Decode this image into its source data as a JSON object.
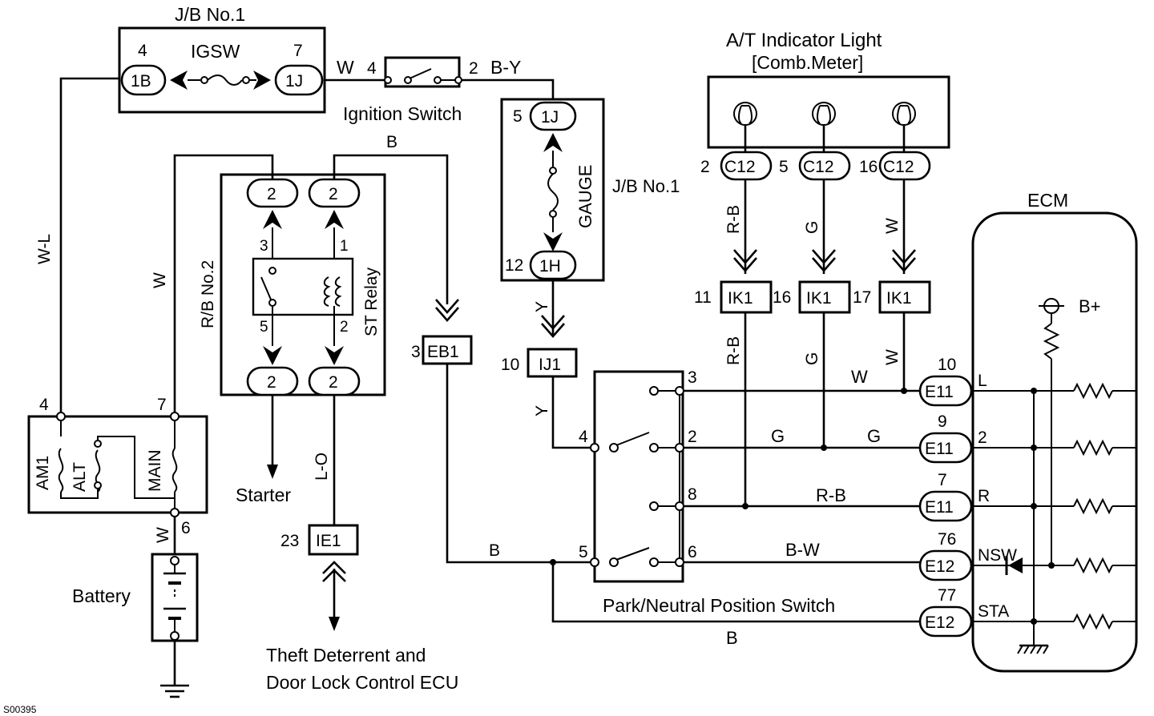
{
  "colors": {
    "line": "#000000",
    "background": "#ffffff"
  },
  "jb1_top": {
    "title": "J/B No.1",
    "fuse": "IGSW",
    "left_pin": "4",
    "left_conn": "1B",
    "right_pin": "7",
    "right_conn": "1J"
  },
  "ignition": {
    "label": "Ignition Switch",
    "pin_in": "4",
    "pin_out": "2",
    "wire_in": "W",
    "wire_out": "B-Y"
  },
  "gauge": {
    "label": "J/B No.1",
    "fuse": "GAUGE",
    "top_pin": "5",
    "top_conn": "1J",
    "bot_pin": "12",
    "bot_conn": "1H"
  },
  "relay_block": {
    "label": "R/B No.2",
    "relay": "ST Relay",
    "conn": "2",
    "pins": [
      "3",
      "1",
      "5",
      "2"
    ]
  },
  "fusible": {
    "am1": "AM1",
    "alt": "ALT",
    "main": "MAIN",
    "pin_left": "4",
    "pin_right": "7",
    "pin_bottom": "6"
  },
  "wires": {
    "w_l": "W-L",
    "w1": "W",
    "w2": "W",
    "b_top": "B",
    "y1": "Y",
    "y2": "Y",
    "l_o": "L-O",
    "b_mid": "B",
    "b_bot": "B"
  },
  "connectors": {
    "eb1": {
      "pin": "3",
      "name": "EB1"
    },
    "ij1": {
      "pin": "10",
      "name": "IJ1"
    },
    "ie1": {
      "pin": "23",
      "name": "IE1"
    }
  },
  "indicator": {
    "title": "A/T Indicator Light",
    "subtitle": "[Comb.Meter]",
    "pins": [
      {
        "pin": "2",
        "conn": "C12",
        "wire": "R-B",
        "ik_pin": "11",
        "ik": "IK1"
      },
      {
        "pin": "5",
        "conn": "C12",
        "wire": "G",
        "ik_pin": "16",
        "ik": "IK1"
      },
      {
        "pin": "16",
        "conn": "C12",
        "wire": "W",
        "ik_pin": "17",
        "ik": "IK1"
      }
    ]
  },
  "pns": {
    "label": "Park/Neutral Position Switch",
    "pins": [
      "3",
      "4",
      "2",
      "8",
      "5",
      "6"
    ],
    "wires": {
      "l": "W",
      "two_a": "G",
      "two_b": "G",
      "r": "R-B",
      "nsw": "B-W",
      "sta": "B"
    }
  },
  "ecm": {
    "title": "ECM",
    "bplus": "B+",
    "terminals": [
      {
        "num": "10",
        "conn": "E11",
        "name": "L"
      },
      {
        "num": "9",
        "conn": "E11",
        "name": "2"
      },
      {
        "num": "7",
        "conn": "E11",
        "name": "R"
      },
      {
        "num": "76",
        "conn": "E12",
        "name": "NSW"
      },
      {
        "num": "77",
        "conn": "E12",
        "name": "STA"
      }
    ]
  },
  "labels": {
    "starter": "Starter",
    "battery": "Battery",
    "ecu_line1": "Theft Deterrent and",
    "ecu_line2": "Door Lock Control ECU",
    "code": "S00395"
  },
  "vertical_wires": {
    "rb_a": "R-B",
    "g_a": "G",
    "w_a": "W",
    "rb_b": "R-B",
    "g_b": "G",
    "w_b": "W"
  }
}
